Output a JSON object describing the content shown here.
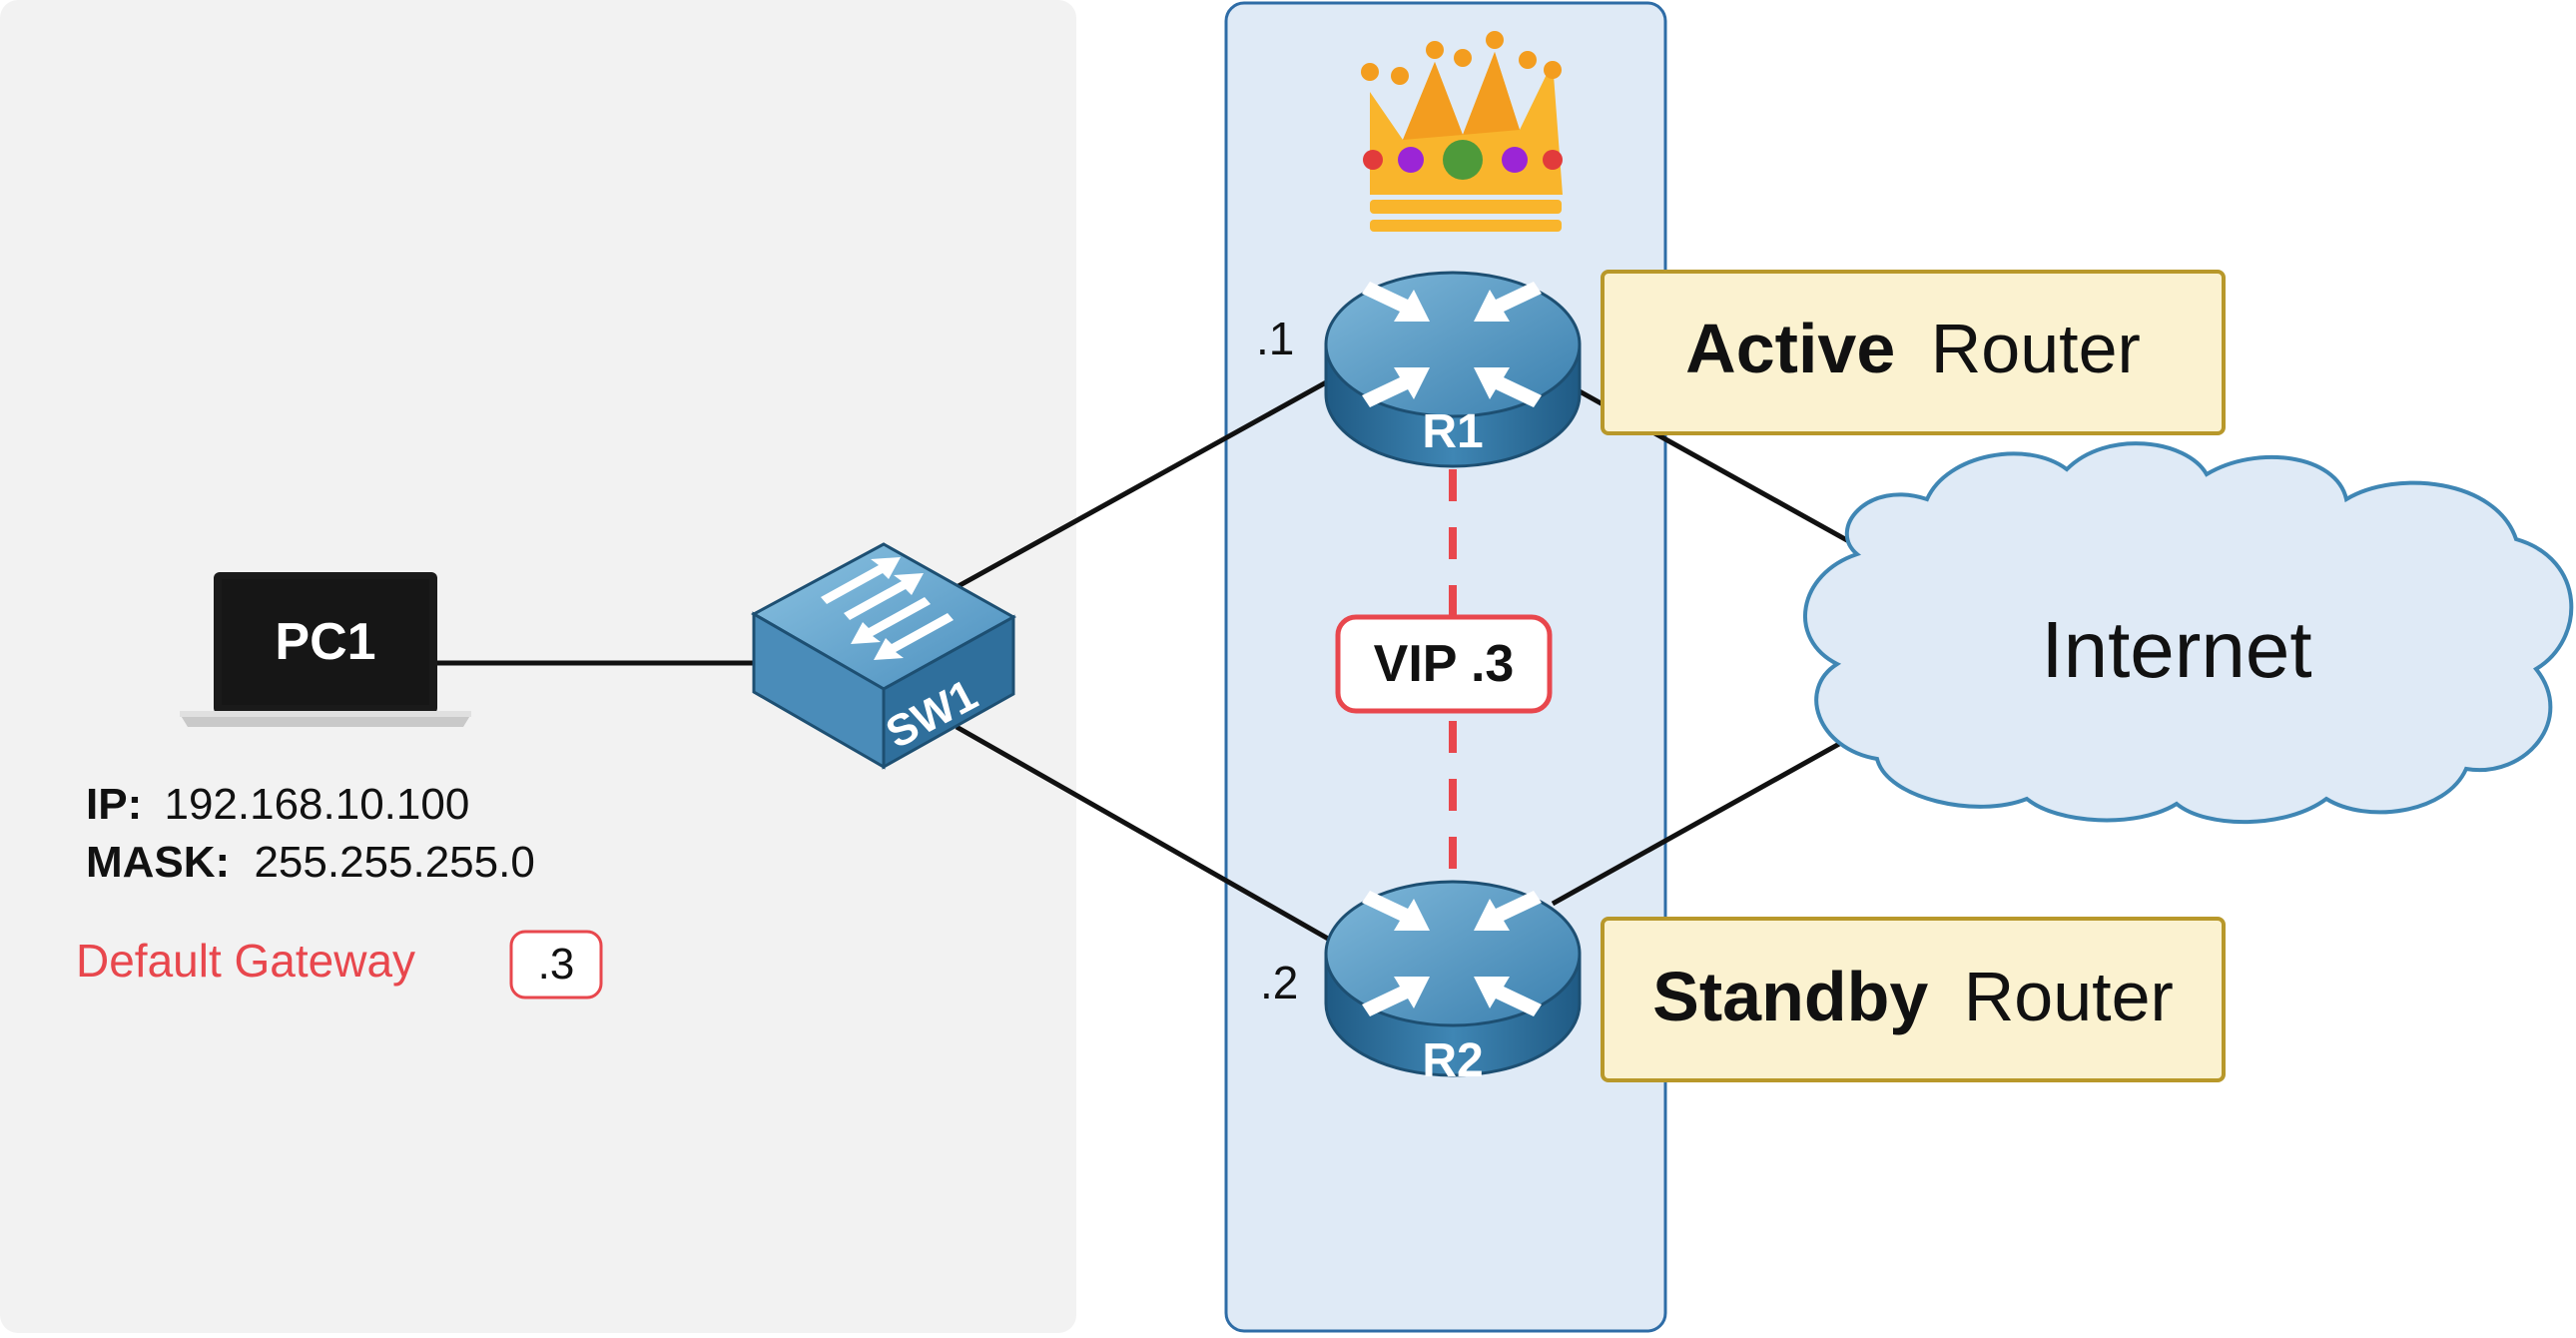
{
  "pc": {
    "label": "PC1",
    "ip_label": "IP:",
    "ip_value": "192.168.10.100",
    "mask_label": "MASK:",
    "mask_value": "255.255.255.0",
    "gateway_label": "Default Gateway",
    "gateway_value": ".3"
  },
  "switch": {
    "label": "SW1"
  },
  "routers": {
    "r1": {
      "label": "R1",
      "addr": ".1"
    },
    "r2": {
      "label": "R2",
      "addr": ".2"
    }
  },
  "vip": {
    "label": "VIP .3"
  },
  "active": {
    "role": "Active",
    "suffix": "Router"
  },
  "standby": {
    "role": "Standby",
    "suffix": "Router"
  },
  "cloud": {
    "label": "Internet"
  },
  "colors": {
    "host_panel": "#f2f2f2",
    "router_panel": "#dfeaf6",
    "router_panel_border": "#2e6ca6",
    "device_blue": "#3f86b4",
    "label_box": "#fbf2d0",
    "label_border": "#b8982a",
    "accent_red": "#e8474d",
    "cloud_fill": "#dfeaf6",
    "cloud_stroke": "#3f86b4",
    "crown": "#f9b52c"
  },
  "icons": [
    "laptop-icon",
    "switch-icon",
    "router-icon",
    "crown-icon",
    "cloud-icon"
  ]
}
